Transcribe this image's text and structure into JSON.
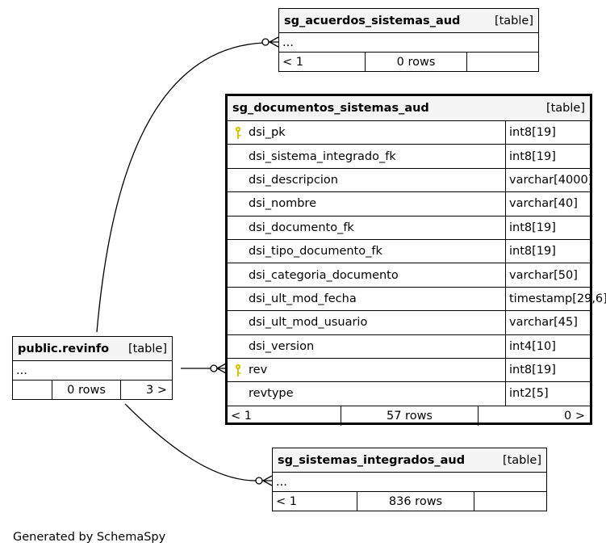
{
  "tables": {
    "acuerdos": {
      "name": "sg_acuerdos_sistemas_aud",
      "kind": "[table]",
      "ellipsis": "...",
      "foot_left": "< 1",
      "foot_mid": "0 rows",
      "foot_right": ""
    },
    "documentos": {
      "name": "sg_documentos_sistemas_aud",
      "kind": "[table]",
      "columns": [
        {
          "name": "dsi_pk",
          "type": "int8[19]",
          "key": true
        },
        {
          "name": "dsi_sistema_integrado_fk",
          "type": "int8[19]",
          "key": false
        },
        {
          "name": "dsi_descripcion",
          "type": "varchar[4000]",
          "key": false
        },
        {
          "name": "dsi_nombre",
          "type": "varchar[40]",
          "key": false
        },
        {
          "name": "dsi_documento_fk",
          "type": "int8[19]",
          "key": false
        },
        {
          "name": "dsi_tipo_documento_fk",
          "type": "int8[19]",
          "key": false
        },
        {
          "name": "dsi_categoria_documento",
          "type": "varchar[50]",
          "key": false
        },
        {
          "name": "dsi_ult_mod_fecha",
          "type": "timestamp[29,6]",
          "key": false
        },
        {
          "name": "dsi_ult_mod_usuario",
          "type": "varchar[45]",
          "key": false
        },
        {
          "name": "dsi_version",
          "type": "int4[10]",
          "key": false
        },
        {
          "name": "rev",
          "type": "int8[19]",
          "key": true
        },
        {
          "name": "revtype",
          "type": "int2[5]",
          "key": false
        }
      ],
      "foot_left": "< 1",
      "foot_mid": "57 rows",
      "foot_right": "0 >"
    },
    "revinfo": {
      "name": "public.revinfo",
      "kind": "[table]",
      "ellipsis": "...",
      "foot_left": "",
      "foot_mid": "0 rows",
      "foot_right": "3 >"
    },
    "integrados": {
      "name": "sg_sistemas_integrados_aud",
      "kind": "[table]",
      "ellipsis": "...",
      "foot_left": "< 1",
      "foot_mid": "836 rows",
      "foot_right": ""
    }
  },
  "footer_text": "Generated by SchemaSpy",
  "colors": {
    "key_icon": "#d4c800",
    "header_bg": "#f4f4f4"
  }
}
